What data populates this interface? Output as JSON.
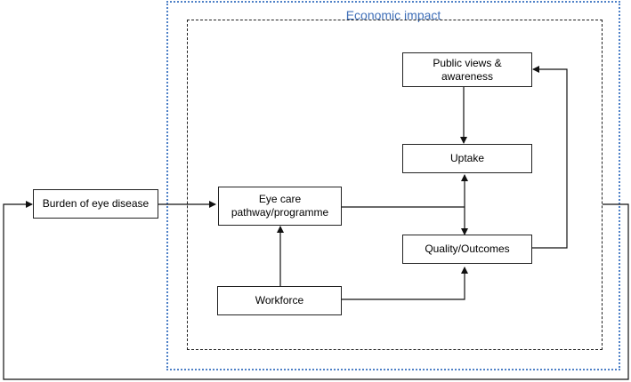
{
  "diagram": {
    "frame_title": "Economic impact",
    "nodes": {
      "burden": "Burden of eye disease",
      "eye_care": "Eye care pathway/programme",
      "public_views": "Public views & awareness",
      "uptake": "Uptake",
      "quality": "Quality/Outcomes",
      "workforce": "Workforce"
    }
  }
}
